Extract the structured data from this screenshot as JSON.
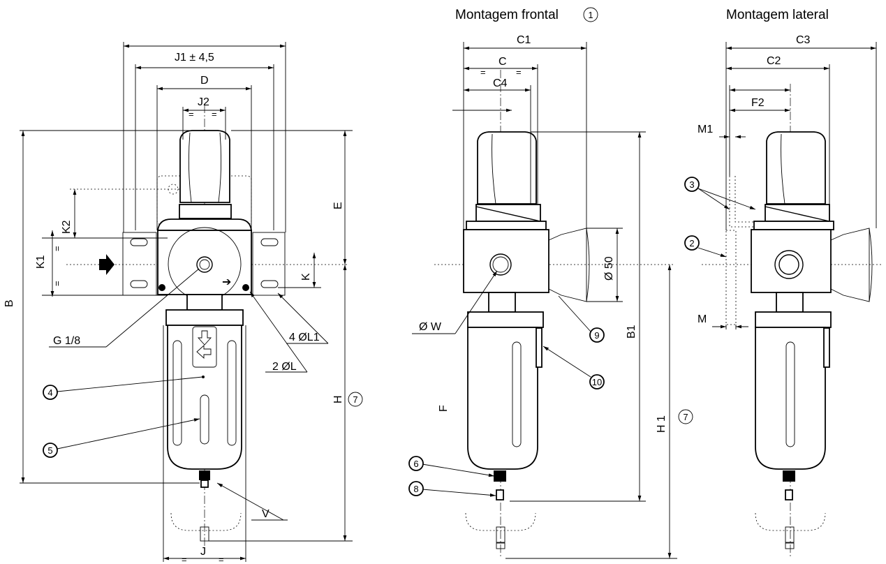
{
  "titles": {
    "front": "Montagem frontal",
    "front_ref": "1",
    "side": "Montagem lateral"
  },
  "dims": {
    "J1": "J1 ± 4,5",
    "D": "D",
    "J2": "J2",
    "B": "B",
    "E": "E",
    "H": "H",
    "K1": "K1",
    "K2": "K2",
    "K": "K",
    "J": "J",
    "G": "G 1/8",
    "L1": "4 ØL1",
    "L": "2 ØL",
    "V": "V",
    "C1": "C1",
    "C": "C",
    "C4": "C4",
    "W": "Ø W",
    "D50": "Ø 50",
    "B1": "B1",
    "H1": "H 1",
    "F": "F",
    "C3": "C3",
    "C2": "C2",
    "F2": "F2",
    "M1": "M1",
    "M": "M",
    "eq": "="
  },
  "callouts": {
    "n1": "1",
    "n2": "2",
    "n3": "3",
    "n4": "4",
    "n5": "5",
    "n6": "6",
    "n7": "7",
    "n8": "8",
    "n9": "9",
    "n10": "10"
  },
  "colors": {
    "ink": "#000000",
    "paper": "#ffffff"
  }
}
